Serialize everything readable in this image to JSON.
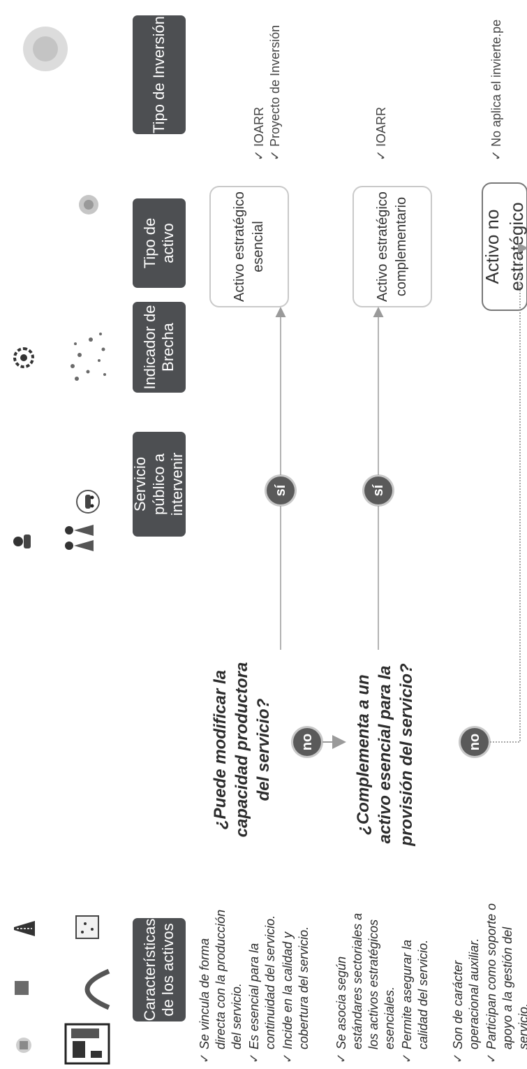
{
  "headers": {
    "caracteristicas": "Características de los activos",
    "servicio": "Servicio público a intervenir",
    "indicador": "Indicador de Brecha",
    "tipo_activo": "Tipo de activo",
    "tipo_inversion": "Tipo de Inversión"
  },
  "characteristics": {
    "group1": [
      "Se vincula de forma directa con la producción del servicio.",
      "Es esencial para la continuidad del servicio.",
      "Incide en la calidad y cobertura del servicio."
    ],
    "group2": [
      "Se asocia según estándares sectoriales a los activos estratégicos esenciales.",
      "Permite asegurar la calidad del servicio."
    ],
    "group3": [
      "Son de carácter operacional auxiliar.",
      "Participan como soporte o apoyo a la gestión del servicio."
    ]
  },
  "questions": {
    "q1": "¿Puede modificar la capacidad productora del servicio?",
    "q2": "¿Complementa a un activo esencial para la provisión del servicio?"
  },
  "answers": {
    "si1": "sí",
    "si2": "sí",
    "no1": "no",
    "no2": "no"
  },
  "asset_types": {
    "esencial": "Activo estratégico esencial",
    "complementario": "Activo estratégico complementario",
    "no_estrategico": "Activo no estratégico"
  },
  "investment_types": {
    "row1": [
      "IOARR",
      "Proyecto de Inversión"
    ],
    "row2": [
      "IOARR"
    ],
    "row3": [
      "No aplica el invierte.pe"
    ]
  },
  "colors": {
    "header_bg": "#4d4f52",
    "circle_bg": "#5a5a5a",
    "line": "#9a9a9a"
  }
}
